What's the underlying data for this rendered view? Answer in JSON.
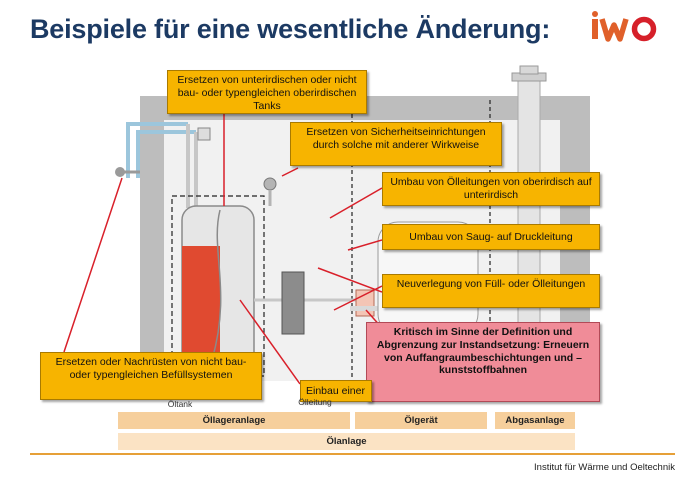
{
  "title": "Beispiele für eine wesentliche Änderung:",
  "logo": {
    "text": "iwo",
    "color_i": "#e0602a",
    "color_w": "#e0602a",
    "color_o": "#d6202a"
  },
  "callouts": {
    "tanks": "Ersetzen von unterirdischen oder nicht bau- oder typengleichen oberirdischen Tanks",
    "safety": "Ersetzen von Sicherheitseinrichtungen durch solche mit anderer Wirkweise",
    "pipes": "Umbau von Ölleitungen von oberirdisch auf unterirdisch",
    "suction": "Umbau von Saug- auf Druckleitung",
    "relaying": "Neuverlegung von Füll- oder Ölleitungen",
    "critical": "Kritisch im Sinne der Definition und Abgrenzung zur Instandsetzung: Erneuern von Auffangraumbeschichtungen und – kunststoffbahnen",
    "filling": "Ersetzen oder Nachrüsten von nicht bau- oder typengleichen Befüllsystemen",
    "installation": "Einbau einer"
  },
  "under_labels": {
    "tank": "Öltank",
    "line": "Ölleitung"
  },
  "sections": {
    "storage": "Öllageranlage",
    "device": "Ölgerät",
    "exhaust": "Abgasanlage",
    "plant": "Ölanlage"
  },
  "footer": "Institut für Wärme und Oeltechnik",
  "colors": {
    "title": "#1c3a63",
    "callout": "#f7b400",
    "critical": "#f08c98",
    "leader": "#d9202a",
    "bar_light": "#fbe3c4",
    "bar_mid": "#f6cf9c",
    "footer_line": "#e6a038"
  }
}
